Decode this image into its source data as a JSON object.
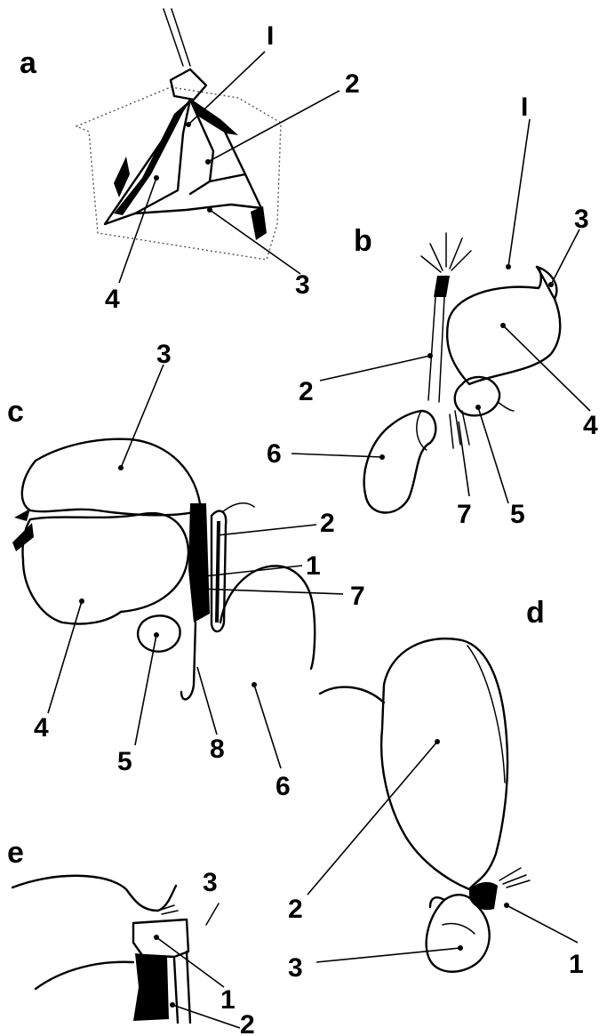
{
  "panels": {
    "a": {
      "title": "a",
      "labels": [
        "I",
        "2",
        "3",
        "4"
      ]
    },
    "b": {
      "title": "b",
      "labels": [
        "I",
        "3",
        "2",
        "4",
        "6",
        "7",
        "5"
      ]
    },
    "c": {
      "title": "c",
      "labels": [
        "3",
        "2",
        "1",
        "7",
        "4",
        "5",
        "8",
        "6"
      ]
    },
    "d": {
      "title": "d",
      "labels": [
        "2",
        "1",
        "3"
      ]
    },
    "e": {
      "title": "e",
      "labels": [
        "3",
        "1",
        "2"
      ]
    }
  }
}
